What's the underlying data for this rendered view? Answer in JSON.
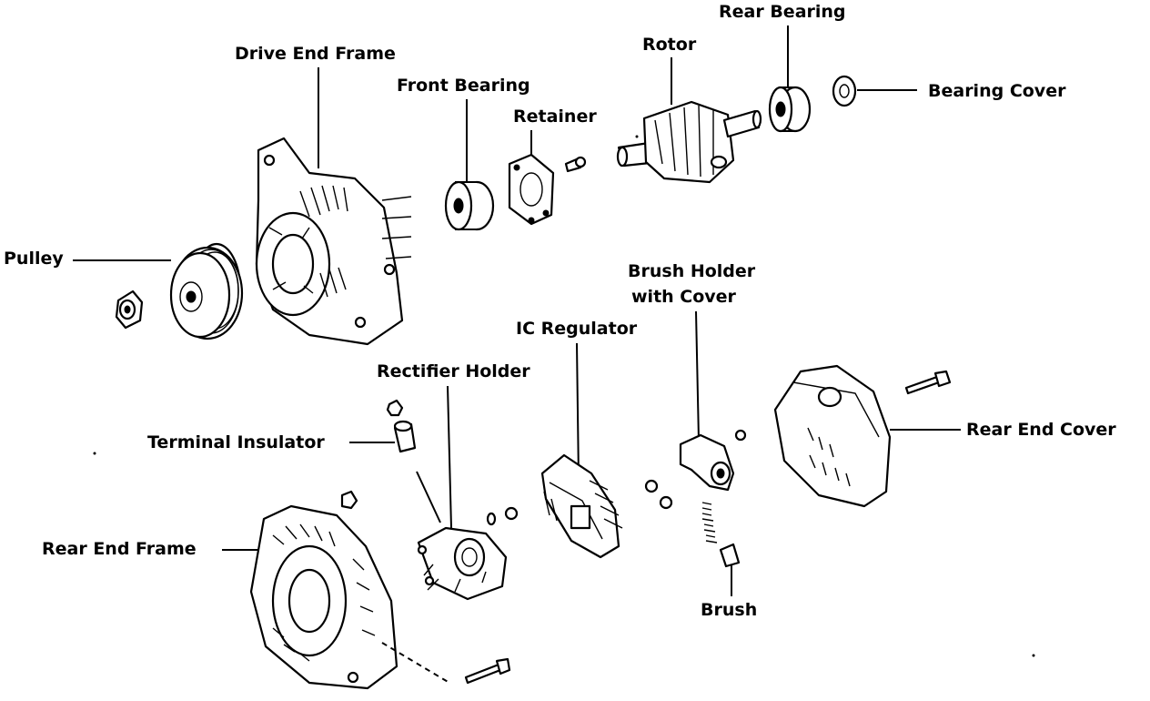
{
  "diagram": {
    "labels": {
      "drive_end_frame": "Drive End Frame",
      "front_bearing": "Front Bearing",
      "retainer": "Retainer",
      "rotor": "Rotor",
      "rear_bearing": "Rear Bearing",
      "bearing_cover": "Bearing Cover",
      "pulley": "Pulley",
      "brush_holder_line1": "Brush Holder",
      "brush_holder_line2": "with Cover",
      "ic_regulator": "IC Regulator",
      "rectifier_holder": "Rectifier Holder",
      "terminal_insulator": "Terminal Insulator",
      "rear_end_cover": "Rear End Cover",
      "rear_end_frame": "Rear End Frame",
      "brush": "Brush"
    }
  }
}
